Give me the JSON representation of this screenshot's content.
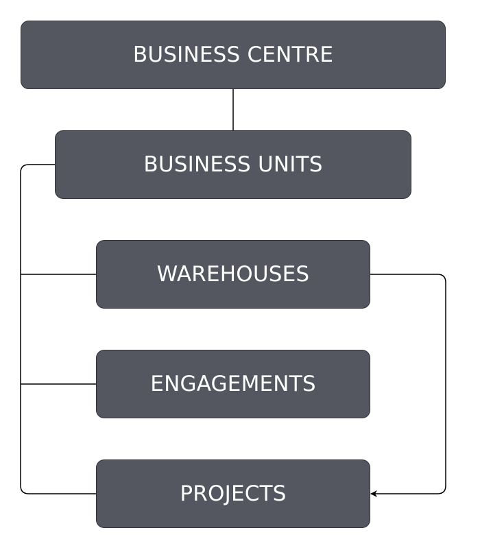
{
  "nodes": {
    "business_centre": "BUSINESS CENTRE",
    "business_units": "BUSINESS UNITS",
    "warehouses": "WAREHOUSES",
    "engagements": "ENGAGEMENTS",
    "projects": "PROJECTS"
  },
  "colors": {
    "node_fill": "#545760",
    "node_text": "#ffffff",
    "line": "#000000"
  }
}
